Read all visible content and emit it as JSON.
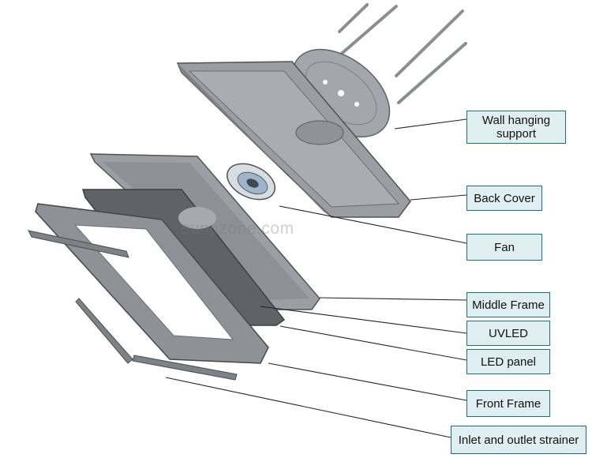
{
  "watermark": "sunpzone.com",
  "labels": {
    "wall_hanging_support": "Wall hanging\nsupport",
    "back_cover": "Back Cover",
    "fan": "Fan",
    "middle_frame": "Middle Frame",
    "uvled": "UVLED",
    "led_panel": "LED panel",
    "front_frame": "Front Frame",
    "inlet_outlet_strainer": "Inlet and outlet strainer"
  },
  "colors": {
    "label_fill": "#dfeef0",
    "label_border": "#1f6f7a",
    "part_gray": "#9a9ea3",
    "part_dark": "#6d7277"
  }
}
